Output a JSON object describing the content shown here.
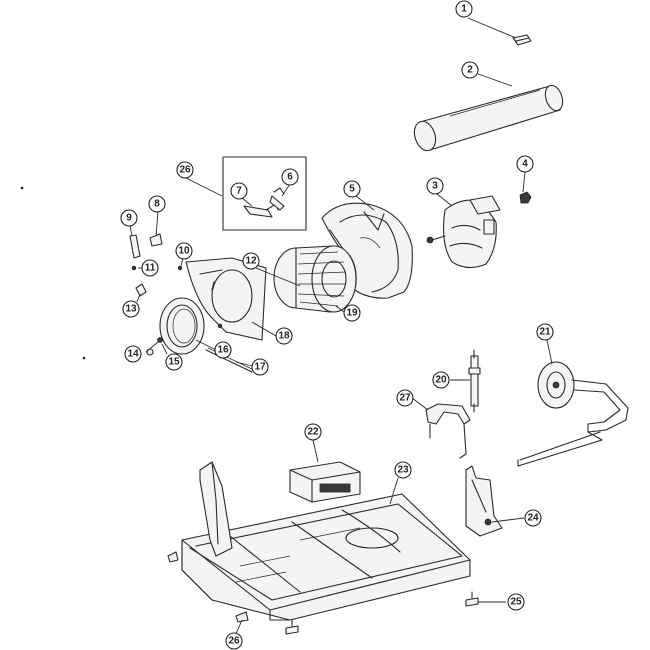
{
  "callouts": [
    {
      "id": "c1",
      "label": "1"
    },
    {
      "id": "c2",
      "label": "2"
    },
    {
      "id": "c3",
      "label": "3"
    },
    {
      "id": "c4",
      "label": "4"
    },
    {
      "id": "c5",
      "label": "5"
    },
    {
      "id": "c6",
      "label": "6"
    },
    {
      "id": "c7",
      "label": "7"
    },
    {
      "id": "c8",
      "label": "8"
    },
    {
      "id": "c9",
      "label": "9"
    },
    {
      "id": "c10",
      "label": "10"
    },
    {
      "id": "c11",
      "label": "11"
    },
    {
      "id": "c12",
      "label": "12"
    },
    {
      "id": "c13",
      "label": "13"
    },
    {
      "id": "c14",
      "label": "14"
    },
    {
      "id": "c15",
      "label": "15"
    },
    {
      "id": "c16",
      "label": "16"
    },
    {
      "id": "c17",
      "label": "17"
    },
    {
      "id": "c18",
      "label": "18"
    },
    {
      "id": "c19",
      "label": "19"
    },
    {
      "id": "c20",
      "label": "20"
    },
    {
      "id": "c21",
      "label": "21"
    },
    {
      "id": "c22",
      "label": "22"
    },
    {
      "id": "c23",
      "label": "23"
    },
    {
      "id": "c24",
      "label": "24"
    },
    {
      "id": "c25",
      "label": "25"
    },
    {
      "id": "c26",
      "label": "26"
    },
    {
      "id": "c26b",
      "label": "26"
    },
    {
      "id": "c27",
      "label": "27"
    }
  ]
}
